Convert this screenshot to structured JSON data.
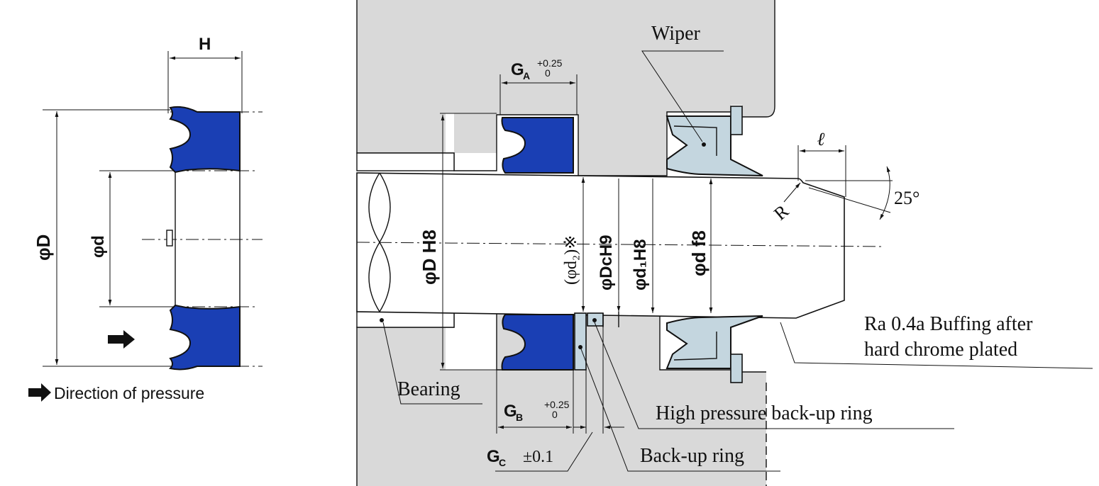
{
  "left_figure": {
    "dim_H": "H",
    "dim_phiD": "φD",
    "dim_phid": "φd",
    "legend_text": "Direction of pressure"
  },
  "right_figure": {
    "GA_label": "G",
    "GA_sub": "A",
    "GA_tol_upper": "+0.25",
    "GA_tol_lower": "0",
    "GB_label": "G",
    "GB_sub": "B",
    "GB_tol_upper": "+0.25",
    "GB_tol_lower": "0",
    "GC_label": "G",
    "GC_sub": "C",
    "GC_tol": "±0.1",
    "dim_phiD_H8": "φD H8",
    "dim_phid2": "(φd₂)※",
    "dim_phiDc_H9": "φDcH9",
    "dim_phid1_H8": "φd₁H8",
    "dim_phid_f8": "φd f8",
    "dim_ell": "ℓ",
    "dim_R": "R",
    "dim_angle": "25°",
    "label_wiper": "Wiper",
    "label_bearing": "Bearing",
    "label_hp_backup": "High pressure back-up ring",
    "label_backup": "Back-up ring",
    "label_finish_line1": "Ra 0.4a Buffing after",
    "label_finish_line2": "hard chrome plated"
  },
  "colors": {
    "seal": "#1a3fb4",
    "wiper": "#c4d6df",
    "housing": "#d9d9d9"
  }
}
